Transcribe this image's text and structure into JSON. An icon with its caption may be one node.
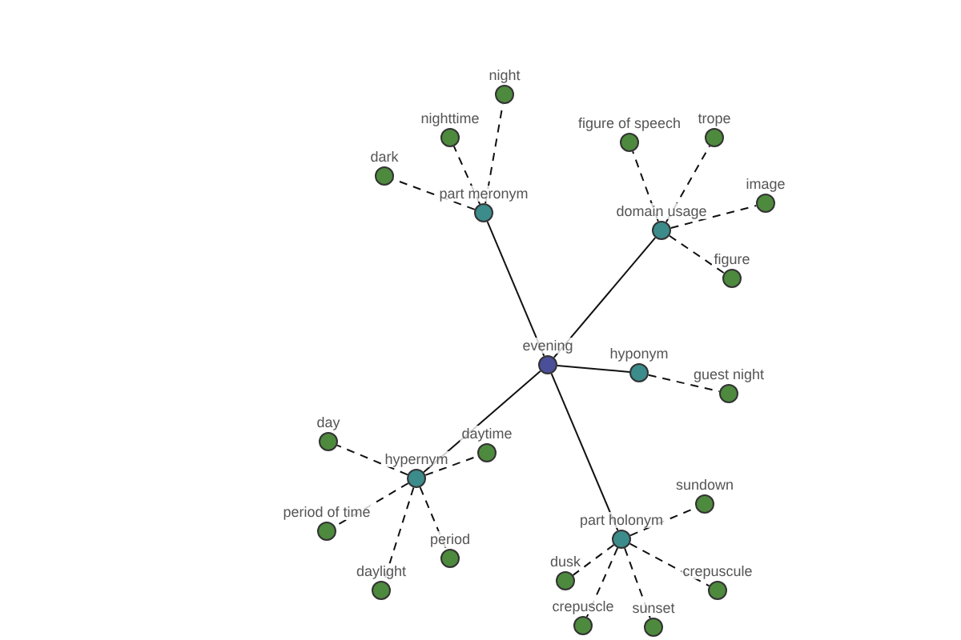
{
  "diagram": {
    "nodes": [
      {
        "text": [
          "evening"
        ]
      },
      {
        "text": [
          "part meronym"
        ]
      },
      {
        "text": [
          "night"
        ]
      },
      {
        "text": [
          "nighttime"
        ]
      },
      {
        "text": [
          "dark"
        ]
      },
      {
        "text": [
          "domain usage"
        ]
      },
      {
        "text": [
          "figure of speech"
        ]
      },
      {
        "text": [
          "trope"
        ]
      },
      {
        "text": [
          "image"
        ]
      },
      {
        "text": [
          "figure"
        ]
      },
      {
        "text": [
          "hyponym"
        ]
      },
      {
        "text": [
          "guest night"
        ]
      },
      {
        "text": [
          "hypernym"
        ]
      },
      {
        "text": [
          "day"
        ]
      },
      {
        "text": [
          "daytime"
        ]
      },
      {
        "text": [
          "period of time"
        ]
      },
      {
        "text": [
          "period"
        ]
      },
      {
        "text": [
          "daylight"
        ]
      },
      {
        "text": [
          "part holonym"
        ]
      },
      {
        "text": [
          "sundown"
        ]
      },
      {
        "text": [
          "dusk"
        ]
      },
      {
        "text": [
          "crepuscule"
        ]
      },
      {
        "text": [
          "crepuscle"
        ]
      },
      {
        "text": [
          "sunset"
        ]
      }
    ],
    "edges": [
      {
        "from": 0,
        "to": 1,
        "arrow": "none"
      },
      {
        "from": 0,
        "to": 5,
        "arrow": "none"
      },
      {
        "from": 0,
        "to": 10,
        "arrow": "none"
      },
      {
        "from": 0,
        "to": 12,
        "arrow": "none"
      },
      {
        "from": 0,
        "to": 18,
        "arrow": "none"
      },
      {
        "from": 1,
        "to": 2,
        "arrow": "none",
        "style": "dashed"
      },
      {
        "from": 1,
        "to": 3,
        "arrow": "none",
        "style": "dashed"
      },
      {
        "from": 1,
        "to": 4,
        "arrow": "none",
        "style": "dashed"
      },
      {
        "from": 5,
        "to": 6,
        "arrow": "none",
        "style": "dashed"
      },
      {
        "from": 5,
        "to": 7,
        "arrow": "none",
        "style": "dashed"
      },
      {
        "from": 5,
        "to": 8,
        "arrow": "none",
        "style": "dashed"
      },
      {
        "from": 5,
        "to": 9,
        "arrow": "none",
        "style": "dashed"
      },
      {
        "from": 10,
        "to": 11,
        "arrow": "none",
        "style": "dashed"
      },
      {
        "from": 12,
        "to": 13,
        "arrow": "none",
        "style": "dashed"
      },
      {
        "from": 12,
        "to": 14,
        "arrow": "none",
        "style": "dashed"
      },
      {
        "from": 12,
        "to": 15,
        "arrow": "none",
        "style": "dashed"
      },
      {
        "from": 12,
        "to": 16,
        "arrow": "none",
        "style": "dashed"
      },
      {
        "from": 12,
        "to": 17,
        "arrow": "none",
        "style": "dashed"
      },
      {
        "from": 18,
        "to": 19,
        "arrow": "none",
        "style": "dashed"
      },
      {
        "from": 18,
        "to": 20,
        "arrow": "none",
        "style": "dashed"
      },
      {
        "from": 18,
        "to": 21,
        "arrow": "none",
        "style": "dashed"
      },
      {
        "from": 18,
        "to": 22,
        "arrow": "none",
        "style": "dashed"
      },
      {
        "from": 18,
        "to": 23,
        "arrow": "none",
        "style": "dashed"
      }
    ]
  }
}
